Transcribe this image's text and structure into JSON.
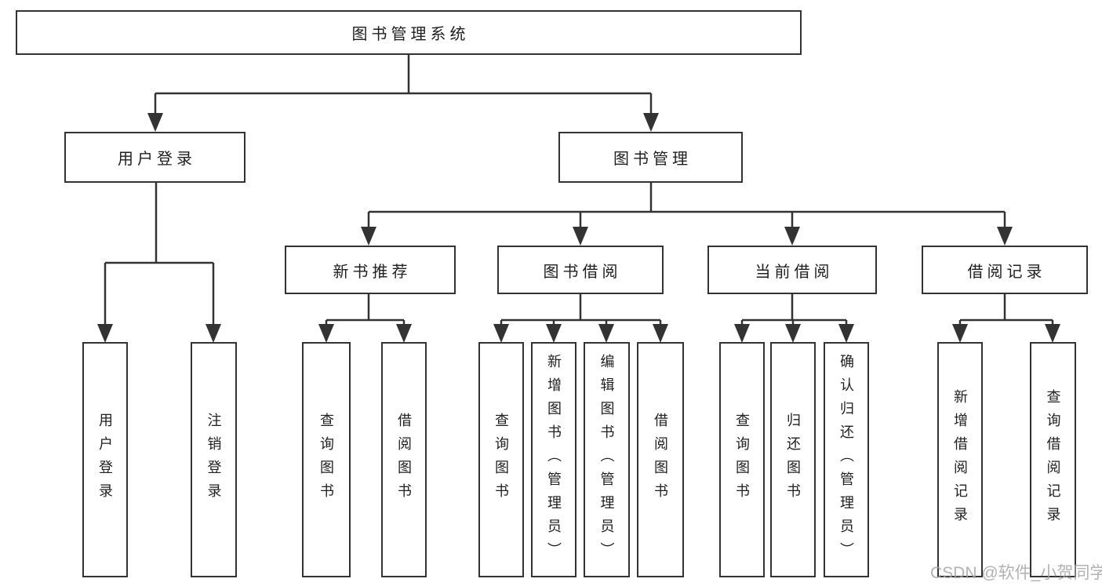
{
  "diagram": {
    "type": "hierarchy-tree",
    "tree": {
      "label": "图书管理系统",
      "children": [
        {
          "label": "用户登录",
          "children": [
            {
              "label": "用户登录"
            },
            {
              "label": "注销登录"
            }
          ]
        },
        {
          "label": "图书管理",
          "children": [
            {
              "label": "新书推荐",
              "children": [
                {
                  "label": "查询图书"
                },
                {
                  "label": "借阅图书"
                }
              ]
            },
            {
              "label": "图书借阅",
              "children": [
                {
                  "label": "查询图书"
                },
                {
                  "label": "新增图书（管理员）"
                },
                {
                  "label": "编辑图书（管理员）"
                },
                {
                  "label": "借阅图书"
                }
              ]
            },
            {
              "label": "当前借阅",
              "children": [
                {
                  "label": "查询图书"
                },
                {
                  "label": "归还图书"
                },
                {
                  "label": "确认归还（管理员）"
                }
              ]
            },
            {
              "label": "借阅记录",
              "children": [
                {
                  "label": "新增借阅记录"
                },
                {
                  "label": "查询借阅记录"
                }
              ]
            }
          ]
        }
      ]
    },
    "watermark": {
      "text": "CSDN @软件_小贺同学"
    },
    "colors": {
      "line": "#333333",
      "box_border": "#333333",
      "text": "#1f1f1f",
      "watermark": "#a5a5a5",
      "background": "#ffffff"
    }
  }
}
